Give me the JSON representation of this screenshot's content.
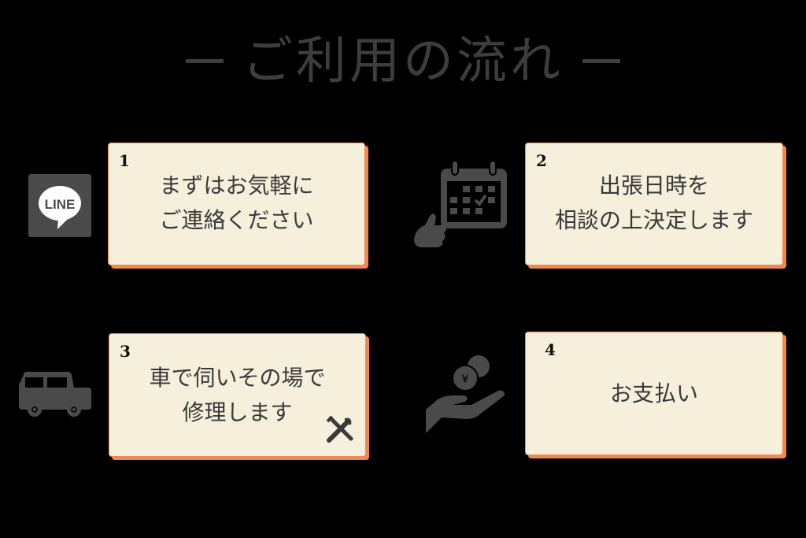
{
  "title": {
    "text": "ご利用の流れ"
  },
  "colors": {
    "card_bg": "#f5efdc",
    "card_accent": "#ee8a50",
    "icon": "#4a4a4a",
    "background": "#000000"
  },
  "steps": [
    {
      "number": "1",
      "lines": [
        "まずはお気軽に",
        "ご連絡ください"
      ],
      "icon": "line-icon",
      "icon_label": "LINE"
    },
    {
      "number": "2",
      "lines": [
        "出張日時を",
        "相談の上決定します"
      ],
      "icon": "calendar-thumbs-up-icon"
    },
    {
      "number": "3",
      "lines": [
        "車で伺いその場で",
        "修理します"
      ],
      "icon": "car-icon",
      "extra_icon": "tools-icon"
    },
    {
      "number": "4",
      "lines": [
        "お支払い"
      ],
      "icon": "hand-coin-yen-icon"
    }
  ]
}
